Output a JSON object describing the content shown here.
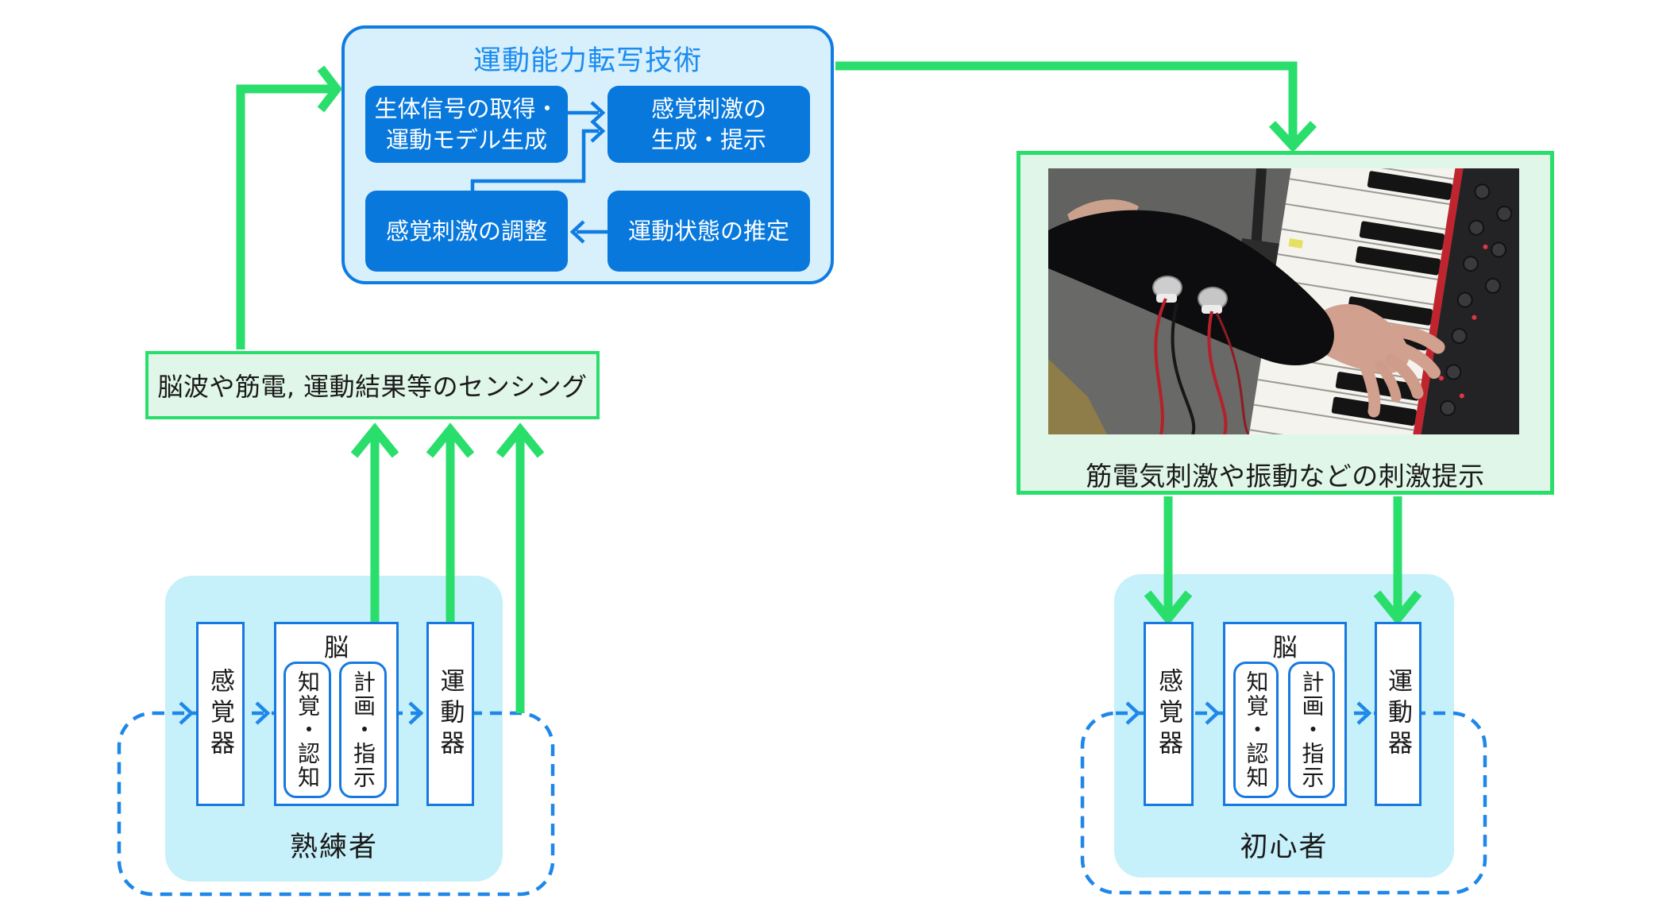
{
  "tech": {
    "title": "運動能力転写技術",
    "box_acquire_line1": "生体信号の取得・",
    "box_acquire_line2": "運動モデル生成",
    "box_present_line1": "感覚刺激の",
    "box_present_line2": "生成・提示",
    "box_adjust": "感覚刺激の調整",
    "box_estimate": "運動状態の推定"
  },
  "sensing": {
    "label": "脳波や筋電, 運動結果等のセンシング"
  },
  "stimulus": {
    "caption": "筋電気刺激や振動などの刺激提示",
    "photo_description": "emg-sleeve-arm-playing-piano"
  },
  "expert": {
    "title": "熟練者",
    "sensor": "感覚器",
    "brain": "脳",
    "perception": "知覚・認知",
    "planning": "計画・指示",
    "motor": "運動器"
  },
  "novice": {
    "title": "初心者",
    "sensor": "感覚器",
    "brain": "脳",
    "perception": "知覚・認知",
    "planning": "計画・指示",
    "motor": "運動器"
  },
  "colors": {
    "green_line": "#2ade6c",
    "green_fill": "#dff6e8",
    "blue_border": "#0f7ce2",
    "blue_box_fill": "#0878dc",
    "blue_light_fill": "#d8effc",
    "title_blue": "#1a8cf0",
    "cyan_fill": "#c6f0fa",
    "dashed_blue": "#1f87e8",
    "text_black": "#1a1a1a"
  }
}
